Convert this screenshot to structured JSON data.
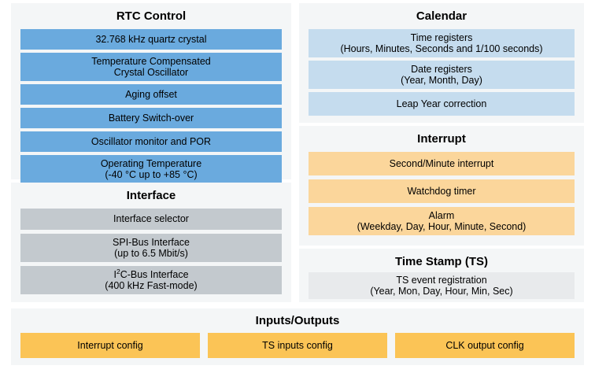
{
  "panels": {
    "rtc_control": {
      "title": "RTC Control",
      "items": [
        {
          "lines": [
            "32.768 kHz quartz crystal"
          ]
        },
        {
          "lines": [
            "Temperature Compensated",
            "Crystal Oscillator"
          ]
        },
        {
          "lines": [
            "Aging offset"
          ]
        },
        {
          "lines": [
            "Battery Switch-over"
          ]
        },
        {
          "lines": [
            "Oscillator monitor and POR"
          ]
        },
        {
          "lines": [
            "Operating Temperature",
            "(-40 °C up to +85 °C)"
          ]
        }
      ]
    },
    "interface": {
      "title": "Interface",
      "items": [
        {
          "lines": [
            "Interface selector"
          ]
        },
        {
          "lines": [
            "SPI-Bus Interface",
            "(up to 6.5 Mbit/s)"
          ]
        },
        {
          "lines": [
            "I2C-Bus Interface",
            "(400 kHz Fast-mode)"
          ],
          "superscript": true
        }
      ]
    },
    "calendar": {
      "title": "Calendar",
      "items": [
        {
          "lines": [
            "Time registers",
            "(Hours, Minutes, Seconds and 1/100 seconds)"
          ]
        },
        {
          "lines": [
            "Date registers",
            "(Year, Month, Day)"
          ]
        },
        {
          "lines": [
            "Leap Year correction"
          ]
        }
      ]
    },
    "interrupt": {
      "title": "Interrupt",
      "items": [
        {
          "lines": [
            "Second/Minute interrupt"
          ]
        },
        {
          "lines": [
            "Watchdog timer"
          ]
        },
        {
          "lines": [
            "Alarm",
            "(Weekday, Day, Hour, Minute, Second)"
          ]
        }
      ]
    },
    "time_stamp": {
      "title": "Time Stamp (TS)",
      "items": [
        {
          "lines": [
            "TS event registration",
            "(Year, Mon, Day, Hour, Min, Sec)"
          ]
        }
      ]
    },
    "inputs_outputs": {
      "title": "Inputs/Outputs",
      "items": [
        {
          "lines": [
            "Interrupt config"
          ]
        },
        {
          "lines": [
            "TS inputs config"
          ]
        },
        {
          "lines": [
            "CLK output config"
          ]
        }
      ]
    }
  },
  "colors": {
    "blue": "#6aaade",
    "light_blue": "#c5dcee",
    "gray": "#c3c9ce",
    "orange": "#fbd69b",
    "amber": "#fbc456",
    "box_white": "#e8eaec",
    "panel_background": "#f4f6f7",
    "page_background": "#ffffff",
    "text": "#000000"
  }
}
